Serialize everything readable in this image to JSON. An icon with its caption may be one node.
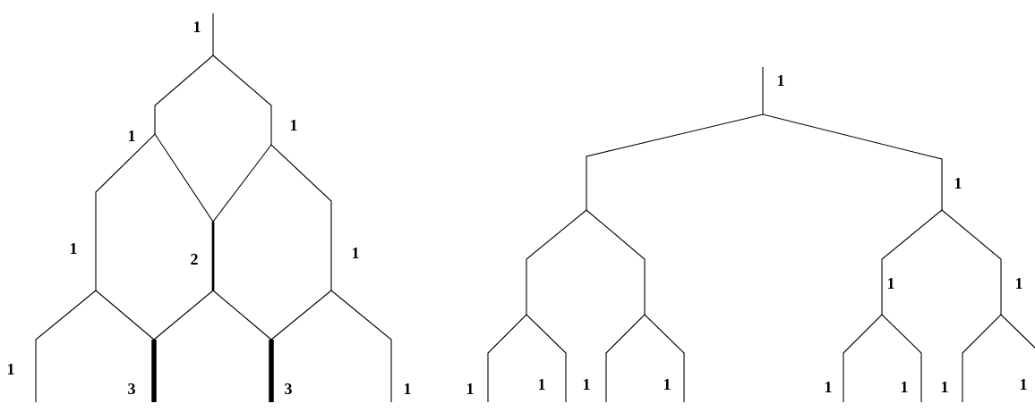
{
  "diagram": {
    "labels": [
      "1",
      "1",
      "1",
      "1",
      "1",
      "1",
      "1",
      "2",
      "1",
      "1",
      "1",
      "3",
      "3",
      "1",
      "1",
      "1",
      "1",
      "1",
      "1",
      "1",
      "1",
      "1"
    ]
  }
}
